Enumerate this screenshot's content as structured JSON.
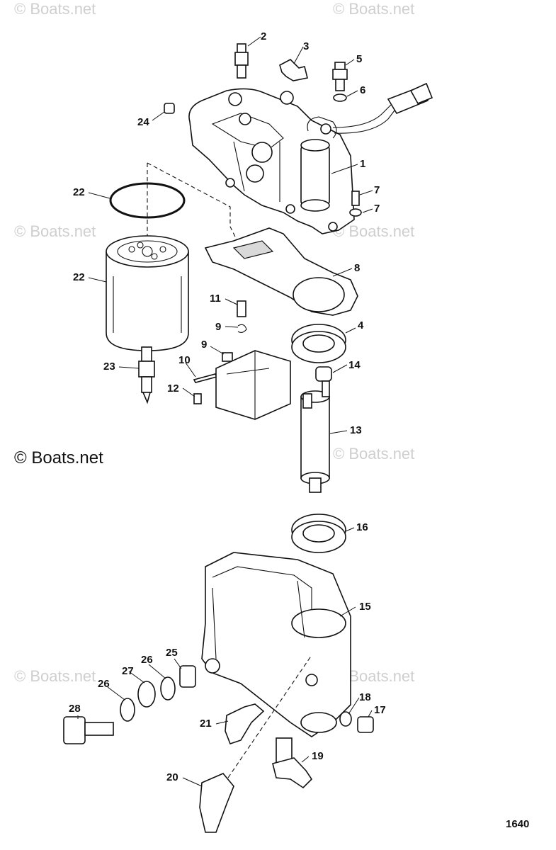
{
  "watermarks": {
    "primary": "© Boats.net",
    "faint": "© Boats.net"
  },
  "diagram_number": "1640",
  "callouts": [
    {
      "id": "c1",
      "label": "1"
    },
    {
      "id": "c2",
      "label": "2"
    },
    {
      "id": "c3",
      "label": "3"
    },
    {
      "id": "c4",
      "label": "4"
    },
    {
      "id": "c5",
      "label": "5"
    },
    {
      "id": "c6",
      "label": "6"
    },
    {
      "id": "c7a",
      "label": "7"
    },
    {
      "id": "c7b",
      "label": "7"
    },
    {
      "id": "c8",
      "label": "8"
    },
    {
      "id": "c9a",
      "label": "9"
    },
    {
      "id": "c9b",
      "label": "9"
    },
    {
      "id": "c10",
      "label": "10"
    },
    {
      "id": "c11",
      "label": "11"
    },
    {
      "id": "c12",
      "label": "12"
    },
    {
      "id": "c13",
      "label": "13"
    },
    {
      "id": "c14",
      "label": "14"
    },
    {
      "id": "c15",
      "label": "15"
    },
    {
      "id": "c16",
      "label": "16"
    },
    {
      "id": "c17",
      "label": "17"
    },
    {
      "id": "c18",
      "label": "18"
    },
    {
      "id": "c19",
      "label": "19"
    },
    {
      "id": "c20",
      "label": "20"
    },
    {
      "id": "c21",
      "label": "21"
    },
    {
      "id": "c22a",
      "label": "22"
    },
    {
      "id": "c22b",
      "label": "22"
    },
    {
      "id": "c23",
      "label": "23"
    },
    {
      "id": "c24",
      "label": "24"
    },
    {
      "id": "c25",
      "label": "25"
    },
    {
      "id": "c26a",
      "label": "26"
    },
    {
      "id": "c26b",
      "label": "26"
    },
    {
      "id": "c27",
      "label": "27"
    },
    {
      "id": "c28",
      "label": "28"
    }
  ]
}
